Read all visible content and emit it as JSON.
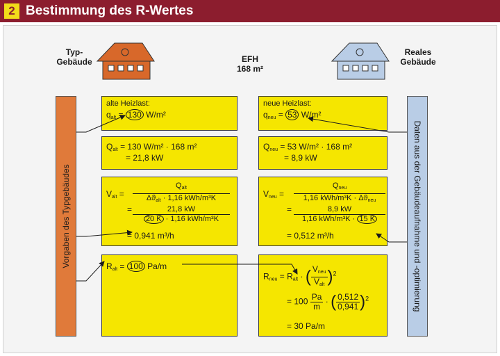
{
  "header": {
    "number": "2",
    "title": "Bestimmung des R-Wertes"
  },
  "top": {
    "type_label_1": "Typ-",
    "type_label_2": "Gebäude",
    "efh_1": "EFH",
    "efh_2": "168 m²",
    "real_label_1": "Reales",
    "real_label_2": "Gebäude"
  },
  "houses": {
    "typ_color": "#d8682a",
    "real_color": "#b9cde6"
  },
  "bars": {
    "left": "Vorgaben des Typgebäudes",
    "right": "Daten aus der Gebäudeaufnahme und -optimierung",
    "left_color": "#e07a3a",
    "right_color": "#b9cde6"
  },
  "left": {
    "b1": {
      "line1": "alte Heizlast:",
      "q": "q",
      "sub": "alt",
      "eq": "=",
      "val": "130",
      "unit": "W/m²"
    },
    "b2": {
      "Q": "Q",
      "sub": "alt",
      "line1": "= 130 W/m² · 168 m²",
      "line2": "= 21,8 kW"
    },
    "b3": {
      "V": "V",
      "sub": "alt",
      "eq": "=",
      "num": "Q",
      "num_sub": "alt",
      "den_a": "Δϑ",
      "den_sub": "alt",
      "den_b": "· 1,16 kWh/m³K",
      "num2": "21,8 kW",
      "den2_val": "20 K",
      "den2_rest": "· 1,16 kWh/m³K",
      "result": "= 0,941 m³/h"
    },
    "b4": {
      "R": "R",
      "sub": "alt",
      "eq": "=",
      "val": "100",
      "unit": "Pa/m"
    }
  },
  "right": {
    "b1": {
      "line1": "neue Heizlast:",
      "q": "q",
      "sub": "neu",
      "eq": "=",
      "val": "53",
      "unit": "W/m²"
    },
    "b2": {
      "Q": "Q",
      "sub": "neu",
      "line1": "= 53 W/m² · 168 m²",
      "line2": "= 8,9 kW"
    },
    "b3": {
      "V": "V",
      "sub": "neu",
      "eq": "=",
      "num": "Q",
      "num_sub": "neu",
      "den_a": "1,16 kWh/m³K · Δϑ",
      "den_sub": "neu",
      "num2": "8,9 kW",
      "den2_rest": "1,16 kWh/m³K ·",
      "den2_val": "15 K",
      "result": "= 0,512 m³/h"
    },
    "b4": {
      "R": "R",
      "sub": "neu",
      "eq": "=",
      "R2": "R",
      "sub2": "alt",
      "fnum": "V",
      "fnum_sub": "neu",
      "fden": "V",
      "fden_sub": "alt",
      "exp": "2",
      "eq2": "= 100",
      "pa": "Pa",
      "m": "m",
      "fn2": "0,512",
      "fd2": "0,941",
      "exp2": "2",
      "result": "= 30 Pa/m"
    }
  }
}
